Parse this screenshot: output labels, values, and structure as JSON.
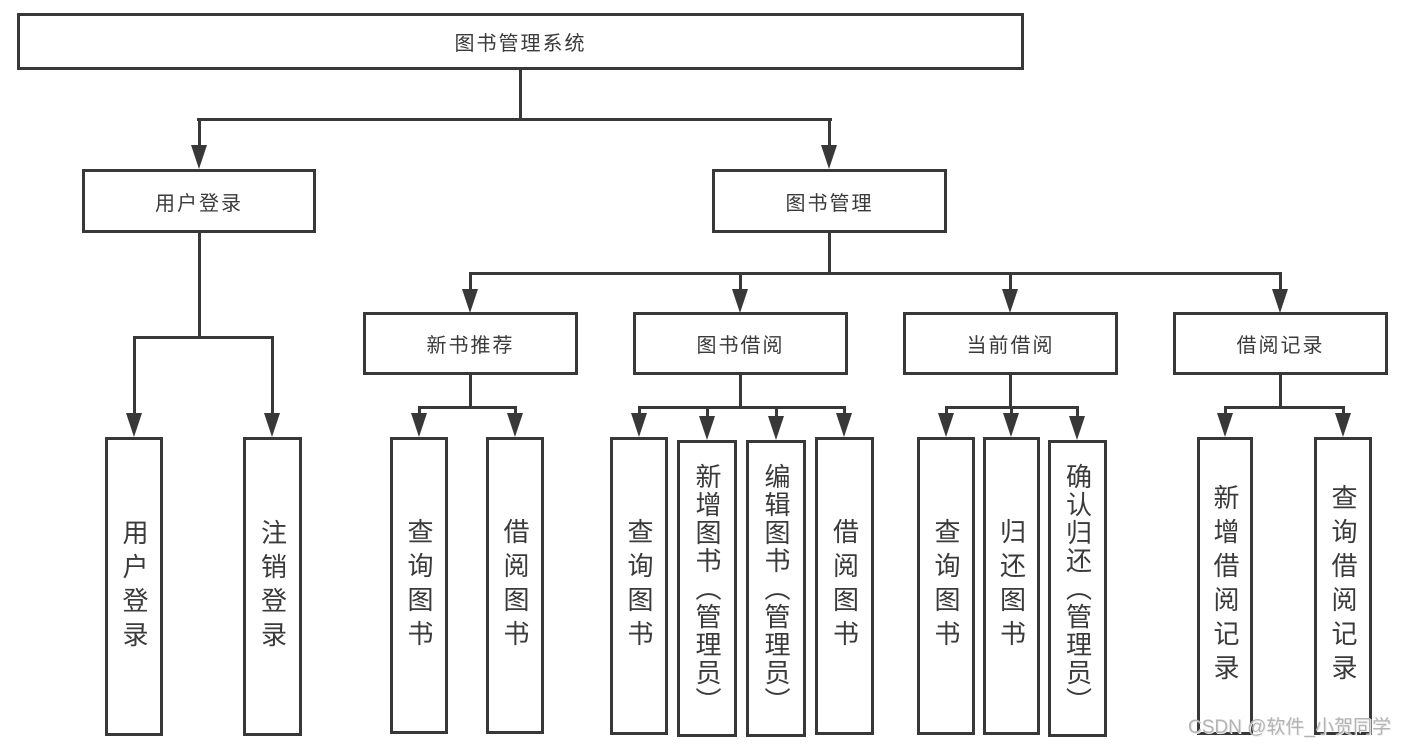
{
  "tree": {
    "label": "图书管理系统",
    "children": [
      {
        "label": "用户登录",
        "children": [
          {
            "label": "用户登录"
          },
          {
            "label": "注销登录"
          }
        ]
      },
      {
        "label": "图书管理",
        "children": [
          {
            "label": "新书推荐",
            "children": [
              {
                "label": "查询图书"
              },
              {
                "label": "借阅图书"
              }
            ]
          },
          {
            "label": "图书借阅",
            "children": [
              {
                "label": "查询图书"
              },
              {
                "label": "新增图书（管理员）"
              },
              {
                "label": "编辑图书（管理员）"
              },
              {
                "label": "借阅图书"
              }
            ]
          },
          {
            "label": "当前借阅",
            "children": [
              {
                "label": "查询图书"
              },
              {
                "label": "归还图书"
              },
              {
                "label": "确认归还（管理员）"
              }
            ]
          },
          {
            "label": "借阅记录",
            "children": [
              {
                "label": "新增借阅记录"
              },
              {
                "label": "查询借阅记录"
              }
            ]
          }
        ]
      }
    ]
  },
  "watermark": {
    "text": "CSDN @软件_小贺同学"
  },
  "colors": {
    "line": "#383838",
    "box_border": "#383838",
    "box_background": "#ffffff",
    "text": "#3a3a3a",
    "watermark": "#b3b3b3",
    "page_background": "#ffffff"
  }
}
